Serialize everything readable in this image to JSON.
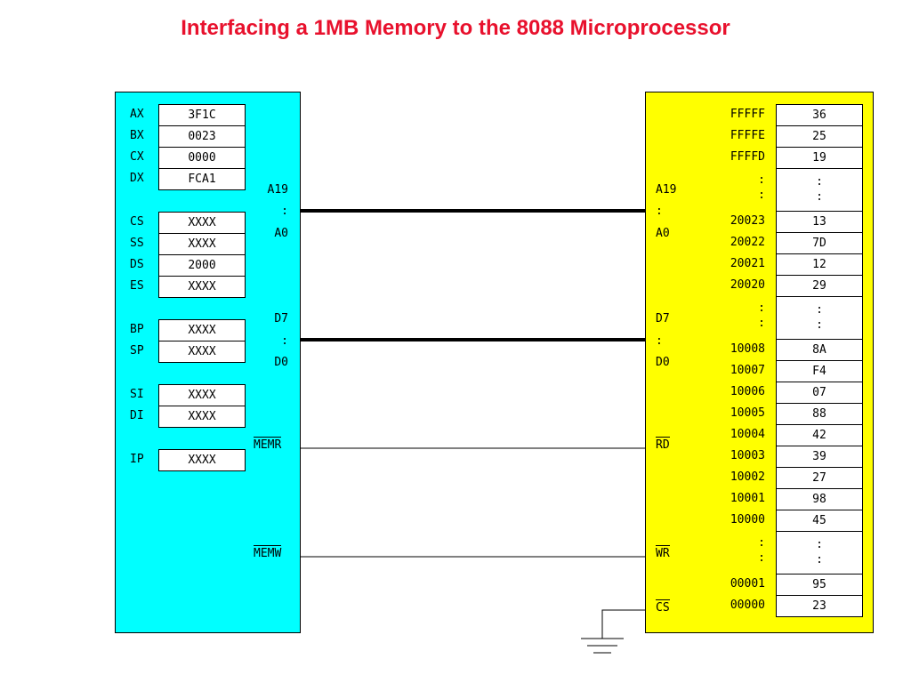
{
  "title": "Interfacing a 1MB Memory to the 8088 Microprocessor",
  "cpu": {
    "registers": [
      {
        "name": "AX",
        "value": "3F1C"
      },
      {
        "name": "BX",
        "value": "0023"
      },
      {
        "name": "CX",
        "value": "0000"
      },
      {
        "name": "DX",
        "value": "FCA1"
      },
      {
        "name": "CS",
        "value": "XXXX"
      },
      {
        "name": "SS",
        "value": "XXXX"
      },
      {
        "name": "DS",
        "value": "2000"
      },
      {
        "name": "ES",
        "value": "XXXX"
      },
      {
        "name": "BP",
        "value": "XXXX"
      },
      {
        "name": "SP",
        "value": "XXXX"
      },
      {
        "name": "SI",
        "value": "XXXX"
      },
      {
        "name": "DI",
        "value": "XXXX"
      },
      {
        "name": "IP",
        "value": "XXXX"
      }
    ],
    "signals": {
      "a19": "A19",
      "a_colon": ":",
      "a0": "A0",
      "d7": "D7",
      "d_colon": ":",
      "d0": "D0",
      "memr": "MEMR",
      "memw": "MEMW"
    }
  },
  "memory": {
    "signals": {
      "a19": "A19",
      "a_colon": ":",
      "a0": "A0",
      "d7": "D7",
      "d_colon": ":",
      "d0": "D0",
      "rd": "RD",
      "wr": "WR",
      "cs": "CS"
    },
    "rows": [
      {
        "addr": "FFFFF",
        "value": "36"
      },
      {
        "addr": "FFFFE",
        "value": "25"
      },
      {
        "addr": "FFFFD",
        "value": "19"
      },
      {
        "addr": ":\n:",
        "value": ":\n:"
      },
      {
        "addr": "20023",
        "value": "13"
      },
      {
        "addr": "20022",
        "value": "7D"
      },
      {
        "addr": "20021",
        "value": "12"
      },
      {
        "addr": "20020",
        "value": "29"
      },
      {
        "addr": ":\n:",
        "value": ":\n:"
      },
      {
        "addr": "10008",
        "value": "8A"
      },
      {
        "addr": "10007",
        "value": "F4"
      },
      {
        "addr": "10006",
        "value": "07"
      },
      {
        "addr": "10005",
        "value": "88"
      },
      {
        "addr": "10004",
        "value": "42"
      },
      {
        "addr": "10003",
        "value": "39"
      },
      {
        "addr": "10002",
        "value": "27"
      },
      {
        "addr": "10001",
        "value": "98"
      },
      {
        "addr": "10000",
        "value": "45"
      },
      {
        "addr": ":\n:",
        "value": ":\n:"
      },
      {
        "addr": "00001",
        "value": "95"
      },
      {
        "addr": "00000",
        "value": "23"
      }
    ]
  }
}
